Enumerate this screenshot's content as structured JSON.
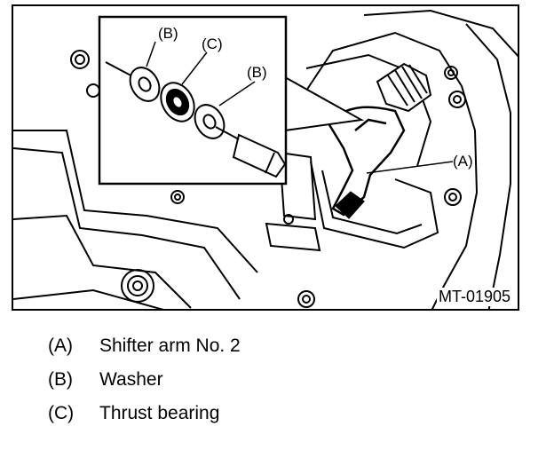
{
  "figure": {
    "id": "MT-01905",
    "callouts": {
      "a": "(A)",
      "b_top": "(B)",
      "c": "(C)",
      "b_right": "(B)"
    }
  },
  "legend": [
    {
      "code": "(A)",
      "text": "Shifter arm No. 2"
    },
    {
      "code": "(B)",
      "text": "Washer"
    },
    {
      "code": "(C)",
      "text": "Thrust bearing"
    }
  ]
}
